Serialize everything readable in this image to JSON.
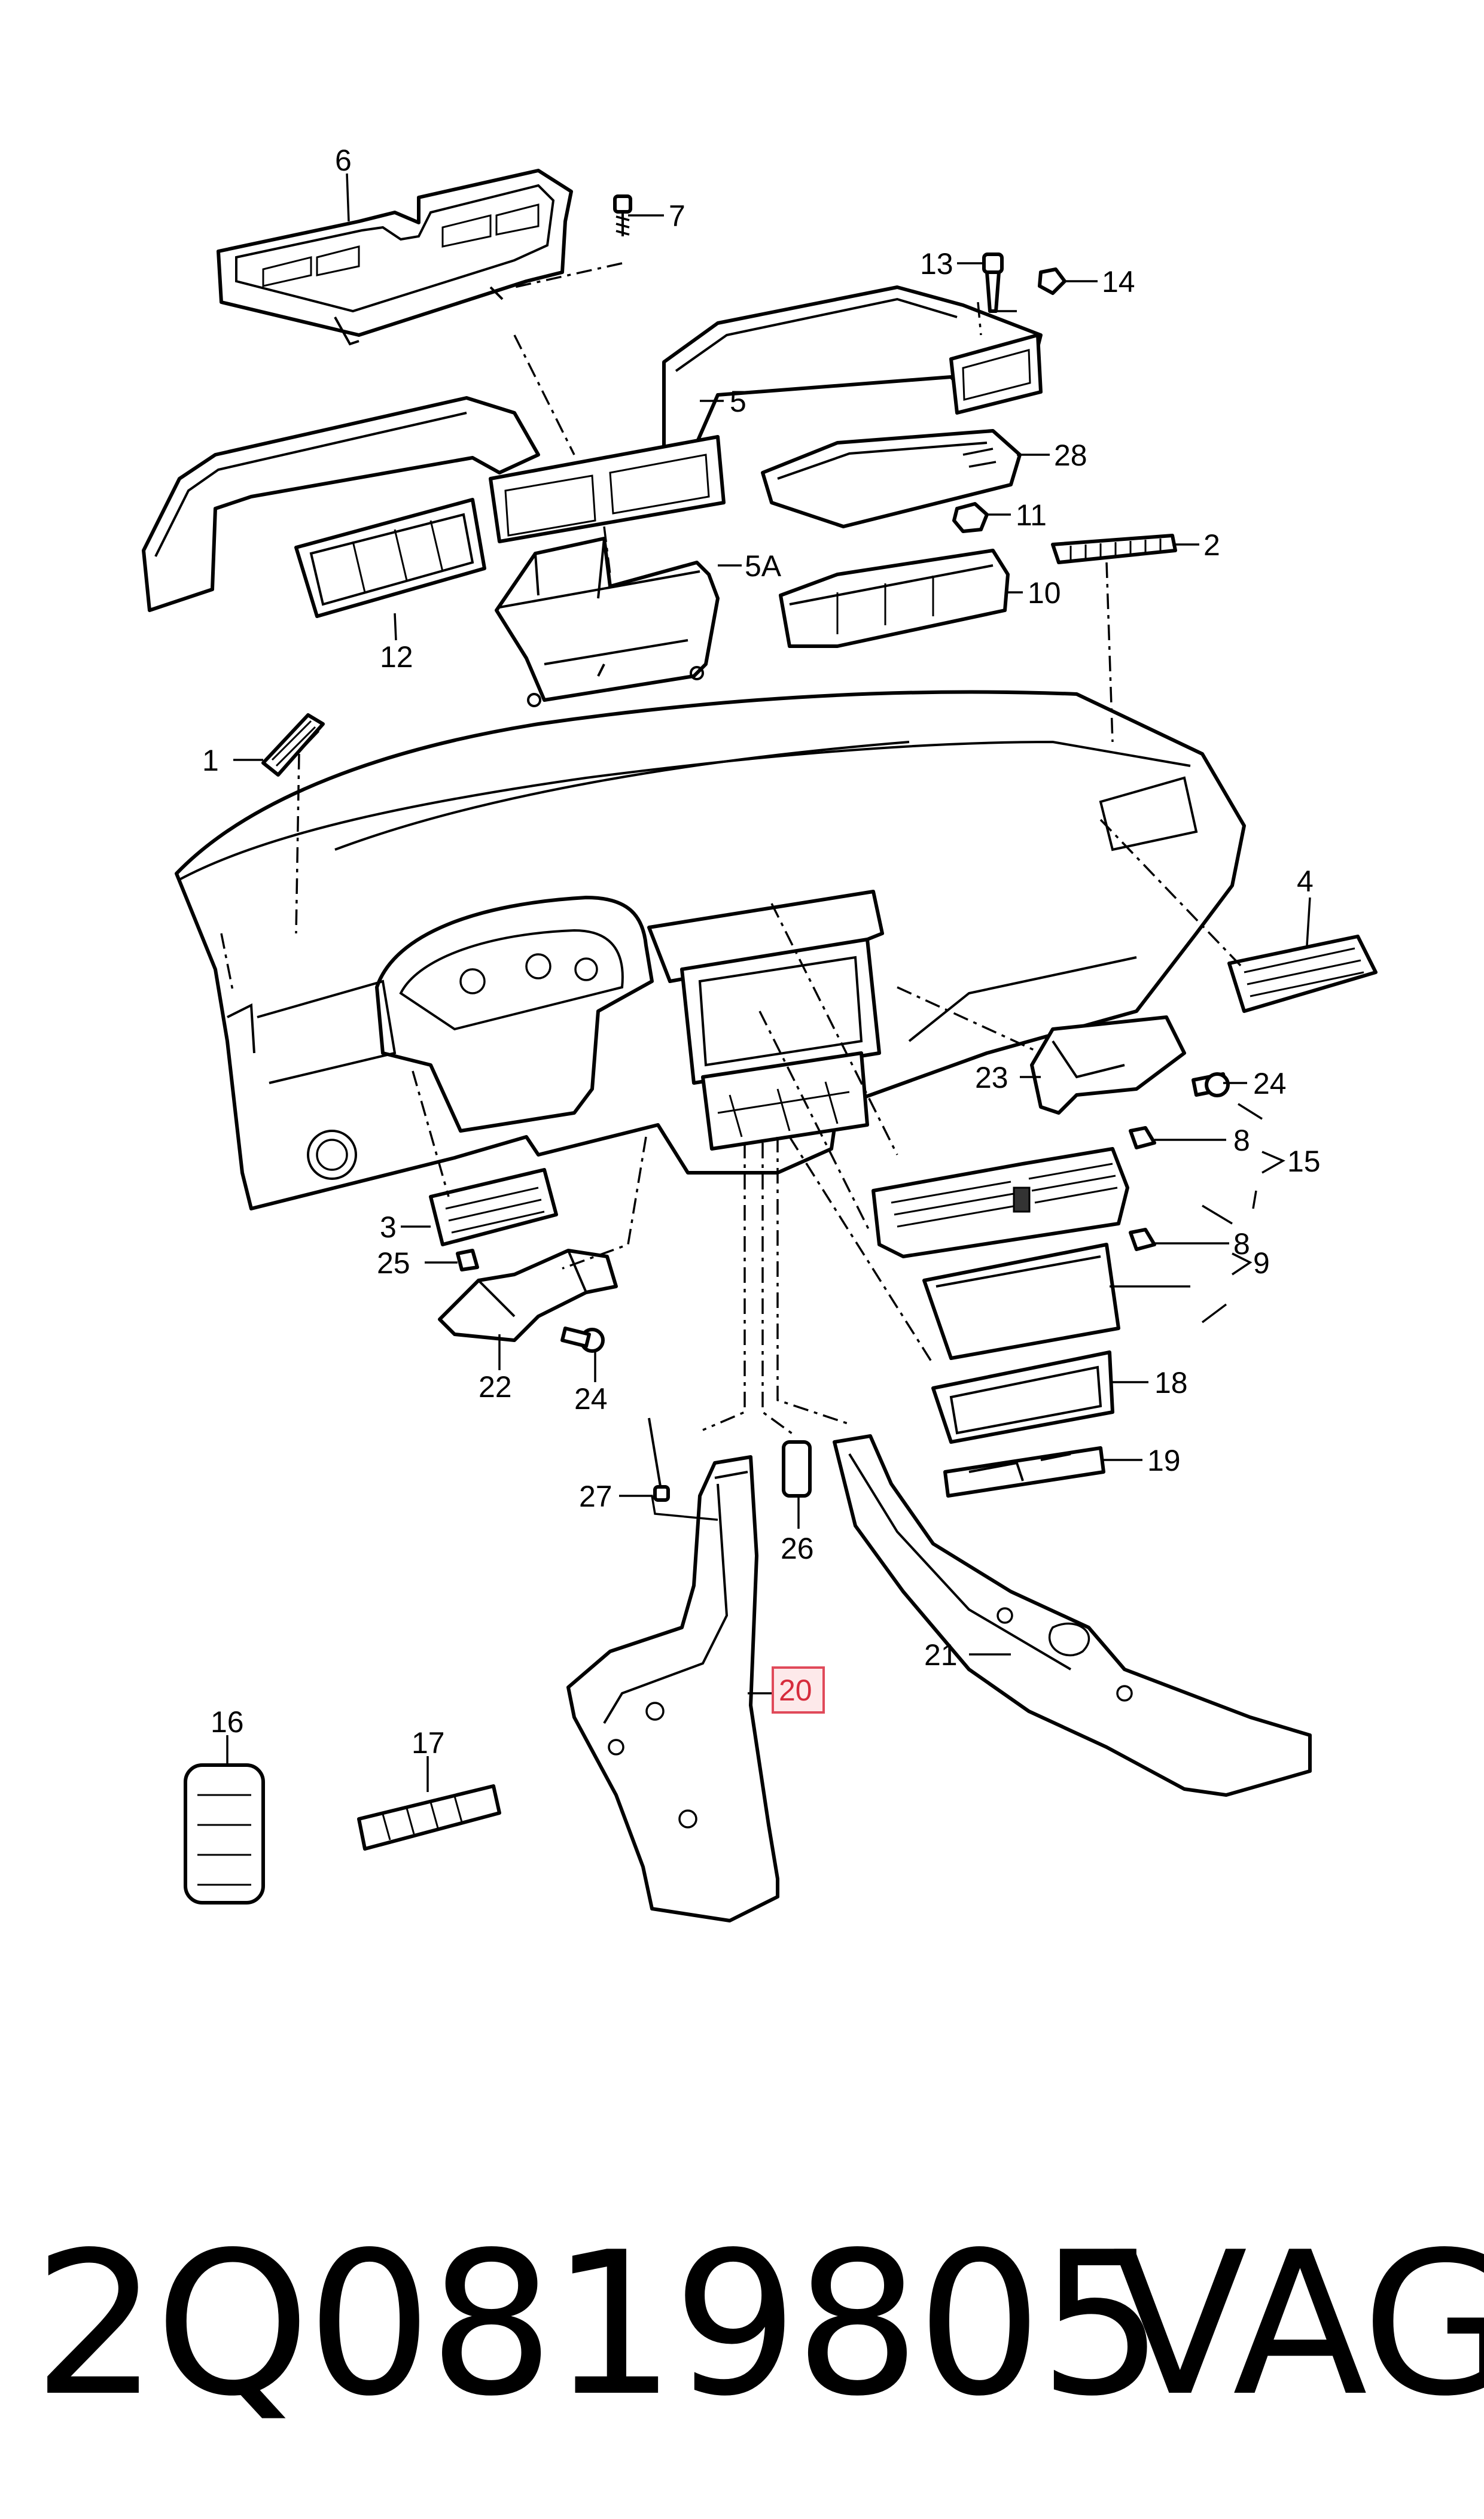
{
  "diagram": {
    "callouts": [
      {
        "id": "c6",
        "label": "6"
      },
      {
        "id": "c7",
        "label": "7"
      },
      {
        "id": "c13",
        "label": "13"
      },
      {
        "id": "c14",
        "label": "14"
      },
      {
        "id": "c5",
        "label": "5"
      },
      {
        "id": "c28",
        "label": "28"
      },
      {
        "id": "c11",
        "label": "11"
      },
      {
        "id": "c2",
        "label": "2"
      },
      {
        "id": "c5a",
        "label": "5A"
      },
      {
        "id": "c10",
        "label": "10"
      },
      {
        "id": "c12",
        "label": "12"
      },
      {
        "id": "c1",
        "label": "1"
      },
      {
        "id": "c4",
        "label": "4"
      },
      {
        "id": "c23",
        "label": "23"
      },
      {
        "id": "c24a",
        "label": "24"
      },
      {
        "id": "c8a",
        "label": "8"
      },
      {
        "id": "c15",
        "label": "15"
      },
      {
        "id": "c8b",
        "label": "8"
      },
      {
        "id": "c9",
        "label": "9"
      },
      {
        "id": "c3",
        "label": "3"
      },
      {
        "id": "c25",
        "label": "25"
      },
      {
        "id": "c22",
        "label": "22"
      },
      {
        "id": "c24b",
        "label": "24"
      },
      {
        "id": "c18",
        "label": "18"
      },
      {
        "id": "c19",
        "label": "19"
      },
      {
        "id": "c27",
        "label": "27"
      },
      {
        "id": "c26",
        "label": "26"
      },
      {
        "id": "c21",
        "label": "21"
      },
      {
        "id": "c20",
        "label": "20",
        "highlighted": true
      },
      {
        "id": "c16",
        "label": "16"
      },
      {
        "id": "c17",
        "label": "17"
      }
    ],
    "highlight_color": "#e04a5a"
  },
  "footer": {
    "part_number": "2Q0819805",
    "brand": "VAG"
  }
}
